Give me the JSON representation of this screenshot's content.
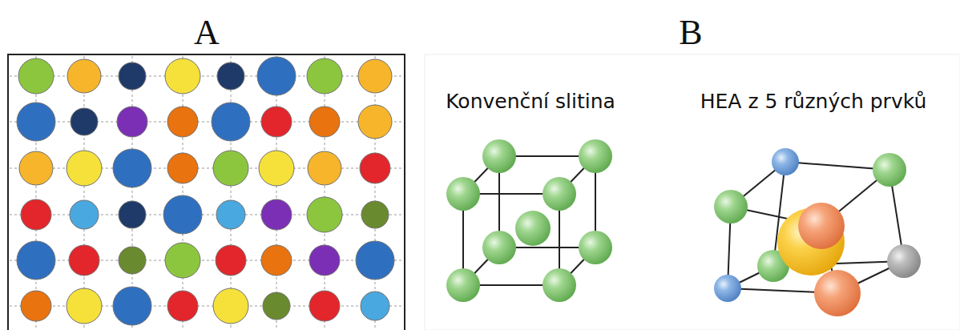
{
  "diagram": {
    "labels": [
      "A",
      "B",
      "Konvenční slitina",
      "HEA z 5 různých prvků"
    ]
  }
}
